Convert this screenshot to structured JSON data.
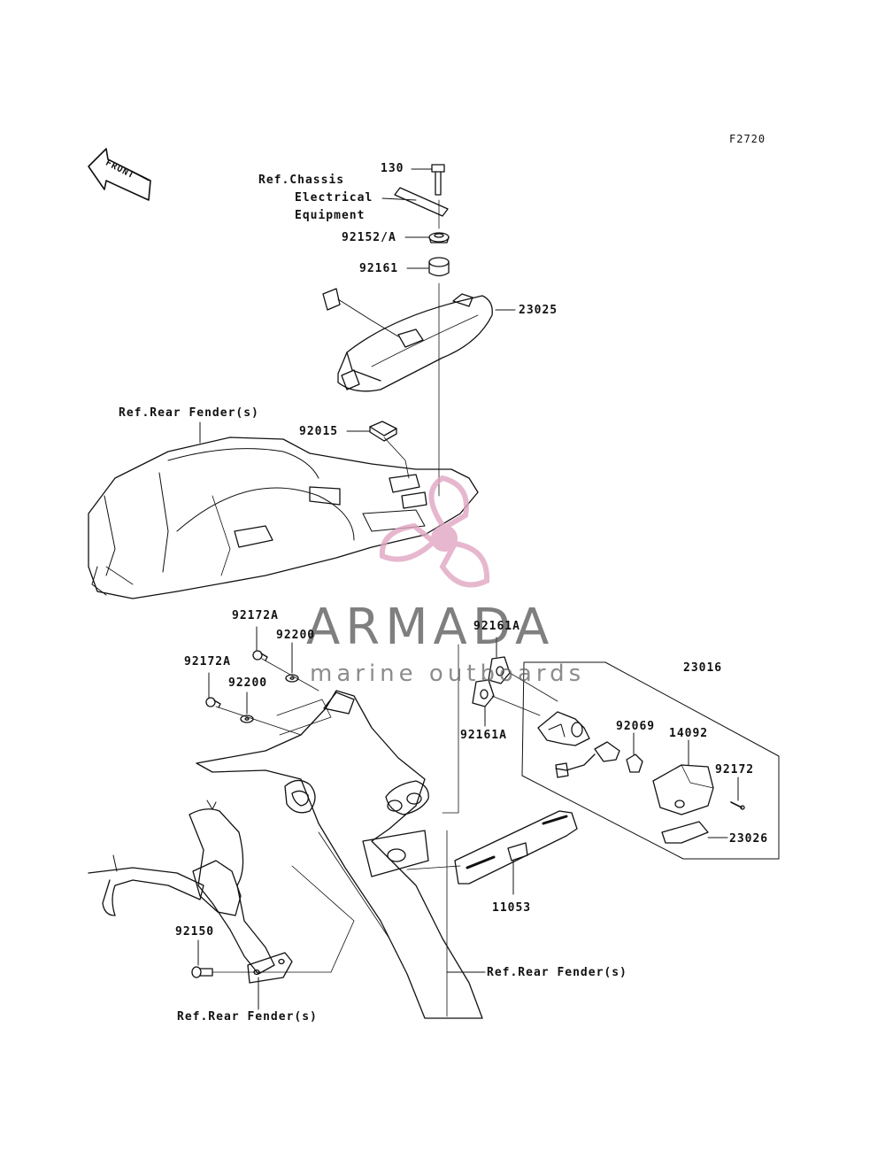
{
  "figure_code": "F2720",
  "front_label": "FRONT",
  "labels": {
    "p130": "130",
    "ref_chassis_1": "Ref.Chassis",
    "ref_chassis_2": "Electrical",
    "ref_chassis_3": "Equipment",
    "p92152a": "92152/A",
    "p92161": "92161",
    "p23025": "23025",
    "ref_rear_fender_top": "Ref.Rear Fender(s)",
    "p92015": "92015",
    "p92172a_1": "92172A",
    "p92200_1": "92200",
    "p92172a_2": "92172A",
    "p92200_2": "92200",
    "p92161a_1": "92161A",
    "p92161a_2": "92161A",
    "p23016": "23016",
    "p92069": "92069",
    "p14092": "14092",
    "p92172": "92172",
    "p23026": "23026",
    "p11053": "11053",
    "p92150": "92150",
    "ref_rear_fender_right": "Ref.Rear Fender(s)",
    "ref_rear_fender_bottom": "Ref.Rear Fender(s)"
  },
  "watermark": {
    "title": "ARMADA",
    "subtitle": "marine outboards",
    "logo_color": "#e0a6c2"
  }
}
